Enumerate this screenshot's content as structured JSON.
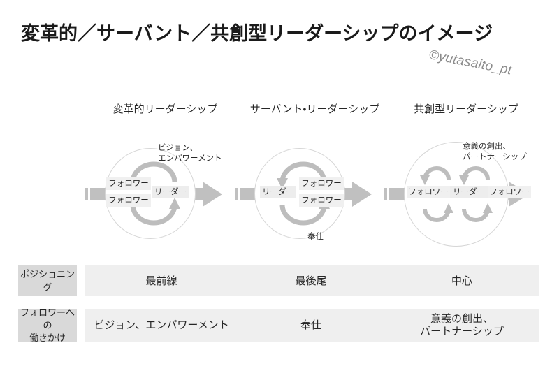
{
  "slide": {
    "title": "変革的／サーバント／共創型リーダーシップのイメージ",
    "watermark": "©yutasaito_pt",
    "background_color": "#ffffff",
    "accent_gray": "#c0c0c0",
    "box_gray": "#f0f0f0",
    "label_gray": "#d9d9d9"
  },
  "columns": [
    {
      "header": "変革的リーダーシップ",
      "caption_line1": "ビジョン、",
      "caption_line2": "エンパワーメント",
      "nodes": {
        "follower_top": "フォロワー",
        "follower_bottom": "フォロワー",
        "leader": "リーダー"
      }
    },
    {
      "header": "サーバント・リーダーシップ",
      "caption_line1": "奉仕",
      "caption_line2": "",
      "nodes": {
        "leader": "リーダー",
        "follower_top": "フォロワー",
        "follower_bottom": "フォロワー"
      }
    },
    {
      "header": "共創型リーダーシップ",
      "caption_line1": "意義の創出、",
      "caption_line2": "パートナーシップ",
      "nodes": {
        "follower_left": "フォロワー",
        "leader": "リーダー",
        "follower_right": "フォロワー"
      }
    }
  ],
  "table": {
    "rows": [
      {
        "label": "ポジショニング",
        "label_line2": "",
        "values": [
          "最前線",
          "最後尾",
          "中心"
        ]
      },
      {
        "label": "フォロワーへの",
        "label_line2": "働きかけ",
        "values_multiline": [
          [
            "ビジョン、エンパワーメント",
            ""
          ],
          [
            "奉仕",
            ""
          ],
          [
            "意義の創出、",
            "パートナーシップ"
          ]
        ]
      }
    ]
  }
}
